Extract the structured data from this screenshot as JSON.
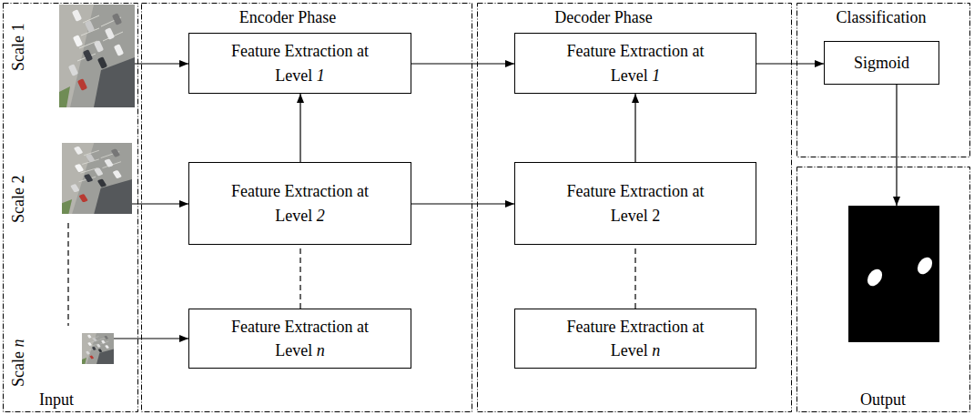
{
  "diagram": {
    "nodes": [
      {
        "text": [
          "Input"
        ]
      },
      {
        "text": [
          "Scale 1"
        ],
        "in": 0
      },
      {
        "text": [
          "Scale 2"
        ],
        "in": 0
      },
      {
        "text": [
          "Scale n"
        ],
        "in": 0
      },
      {
        "text": [
          "Encoder Phase"
        ]
      },
      {
        "text": [
          "Feature Extraction at Level 1"
        ],
        "in": 4
      },
      {
        "text": [
          "Feature Extraction at Level 2"
        ],
        "in": 4
      },
      {
        "text": [
          "Feature Extraction at Level n"
        ],
        "in": 4
      },
      {
        "text": [
          "Decoder Phase"
        ]
      },
      {
        "text": [
          "Feature Extraction at Level 1"
        ],
        "in": 8
      },
      {
        "text": [
          "Feature Extraction at Level 2"
        ],
        "in": 8
      },
      {
        "text": [
          "Feature Extraction at Level n"
        ],
        "in": 8
      },
      {
        "text": [
          "Classification"
        ]
      },
      {
        "text": [
          "Sigmoid"
        ],
        "in": 12
      },
      {
        "text": [
          "Output"
        ]
      }
    ],
    "edges": [
      {
        "from": 1,
        "to": 5,
        "arrow": "to"
      },
      {
        "from": 2,
        "to": 6,
        "arrow": "to"
      },
      {
        "from": 3,
        "to": 7,
        "arrow": "to"
      },
      {
        "from": 2,
        "to": 3,
        "arrow": "none"
      },
      {
        "from": 6,
        "to": 5,
        "arrow": "to"
      },
      {
        "from": 7,
        "to": 6,
        "arrow": "none"
      },
      {
        "from": 5,
        "to": 9,
        "arrow": "to"
      },
      {
        "from": 6,
        "to": 10,
        "arrow": "to"
      },
      {
        "from": 10,
        "to": 9,
        "arrow": "to"
      },
      {
        "from": 11,
        "to": 10,
        "arrow": "none"
      },
      {
        "from": 9,
        "to": 13,
        "arrow": "to"
      },
      {
        "from": 13,
        "to": 14,
        "arrow": "to"
      }
    ]
  }
}
